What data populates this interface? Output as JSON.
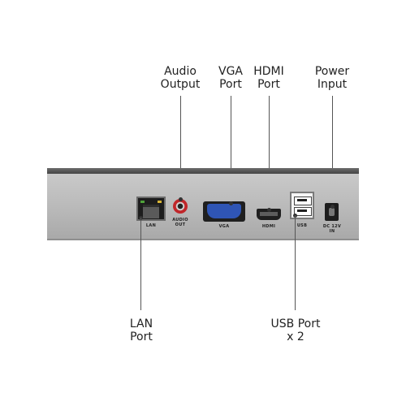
{
  "callouts": {
    "audio_output": {
      "line1": "Audio",
      "line2": "Output"
    },
    "vga_port": {
      "line1": "VGA",
      "line2": "Port"
    },
    "hdmi_port": {
      "line1": "HDMI",
      "line2": "Port"
    },
    "power_input": {
      "line1": "Power",
      "line2": "Input"
    },
    "lan_port": {
      "line1": "LAN",
      "line2": "Port"
    },
    "usb_port": {
      "line1": "USB Port",
      "line2": "x 2"
    }
  },
  "panel_labels": {
    "lan": "LAN",
    "audio_line1": "AUDIO",
    "audio_line2": "OUT",
    "vga": "VGA",
    "hdmi": "HDMI",
    "usb": "USB",
    "power_line1": "DC 12V",
    "power_line2": "IN"
  },
  "colors": {
    "audio_jack": "#c0262a",
    "vga_connector": "#2f55b5",
    "lan_led_green": "#4fa33a",
    "lan_led_yellow": "#d9b536",
    "antenna": "#b47a2b"
  }
}
